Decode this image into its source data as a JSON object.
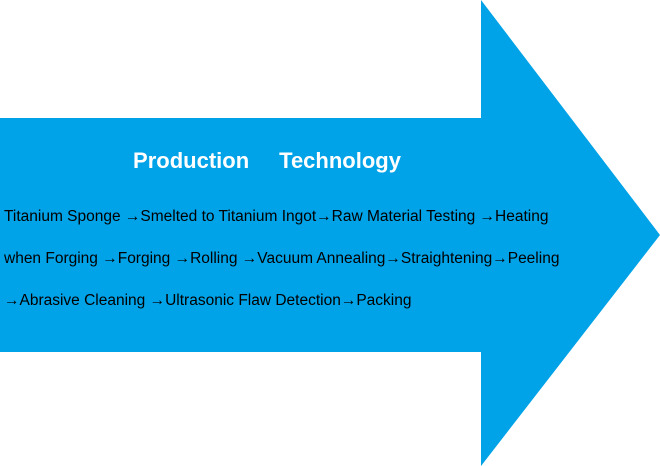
{
  "diagram": {
    "arrow_color": "#00a2e8",
    "title_word_1": "Production",
    "title_word_2": "Technology",
    "process_lines": [
      "Titanium Sponge →Smelted to Titanium Ingot→Raw Material Testing →Heating",
      "when Forging →Forging →Rolling →Vacuum Annealing→Straightening→Peeling",
      "→Abrasive Cleaning →Ultrasonic Flaw Detection→Packing"
    ]
  }
}
